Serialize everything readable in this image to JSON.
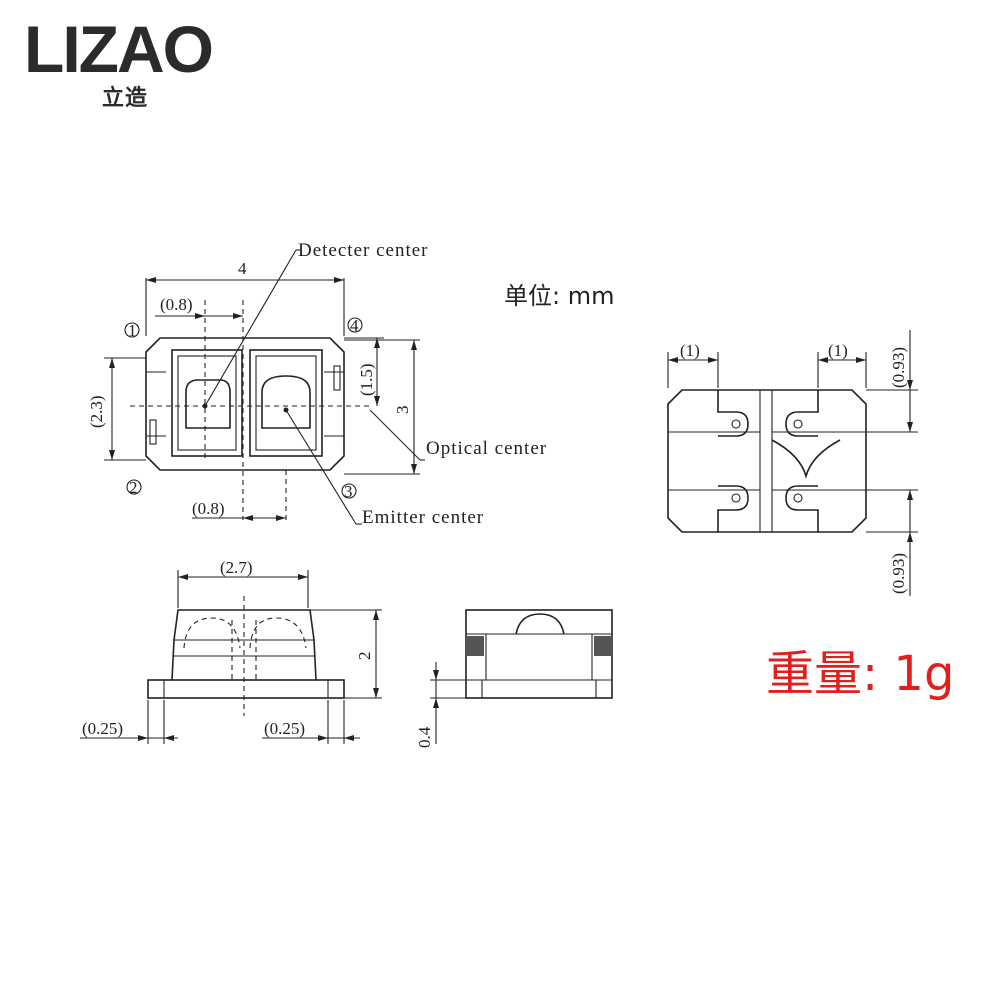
{
  "logo": {
    "main": "LIZAO",
    "sub": "立造"
  },
  "unit_label": "单位: mm",
  "weight_label": "重量: 1g",
  "labels": {
    "detector": "Detecter center",
    "optical": "Optical center",
    "emitter": "Emitter center"
  },
  "dims": {
    "width_4": "4",
    "d08_top": "(0.8)",
    "d08_bottom": "(0.8)",
    "d23": "(2.3)",
    "d15": "(1.5)",
    "d3": "3",
    "d27": "(2.7)",
    "d2": "2",
    "d025_left": "(0.25)",
    "d025_right": "(0.25)",
    "d04": "0.4",
    "d1_left": "(1)",
    "d1_right": "(1)",
    "d093_top": "(0.93)",
    "d093_bottom": "(0.93)"
  },
  "pins": {
    "p1": "1",
    "p2": "2",
    "p3": "3",
    "p4": "4"
  }
}
